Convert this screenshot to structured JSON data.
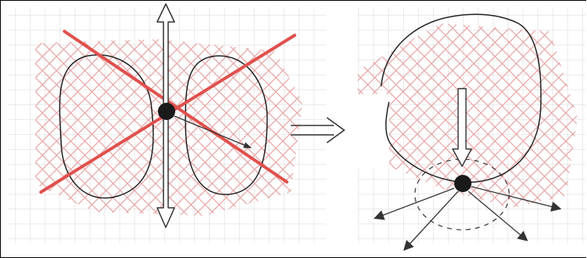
{
  "figure": {
    "panels": [
      "left-panel",
      "right-panel"
    ],
    "transition_symbol": "double-right-arrow"
  },
  "colors": {
    "grid": "#d9d9d9",
    "hatch": "#e8a5a5",
    "red_line": "#e0504d",
    "ink": "#222222",
    "point": "#1a1a1a"
  }
}
